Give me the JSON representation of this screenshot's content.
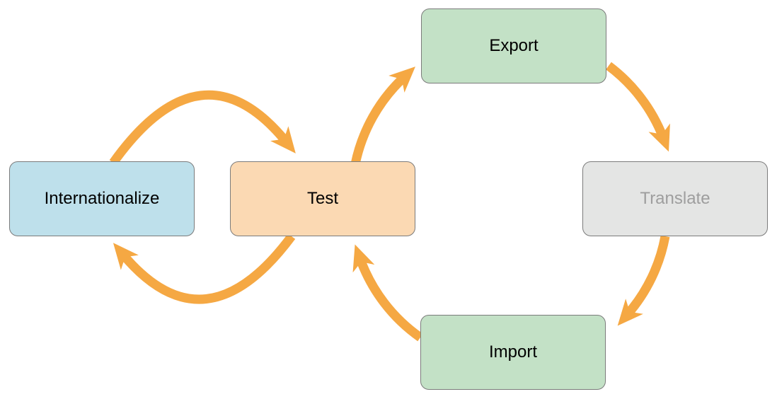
{
  "diagram": {
    "type": "workflow-cycle",
    "arrow_color": "#F5A843",
    "node_border_color": "#7b7b7b",
    "background_color": "#ffffff",
    "nodes": [
      {
        "id": "internationalize",
        "label": "Internationalize",
        "fill": "#BEE0EB",
        "text_color": "#000000"
      },
      {
        "id": "test",
        "label": "Test",
        "fill": "#FBD9B3",
        "text_color": "#000000"
      },
      {
        "id": "export",
        "label": "Export",
        "fill": "#C3E1C6",
        "text_color": "#000000"
      },
      {
        "id": "translate",
        "label": "Translate",
        "fill": "#E4E5E4",
        "text_color": "#9E9E9E"
      },
      {
        "id": "import",
        "label": "Import",
        "fill": "#C3E1C6",
        "text_color": "#000000"
      }
    ],
    "edges": [
      {
        "from": "internationalize",
        "to": "test"
      },
      {
        "from": "test",
        "to": "internationalize"
      },
      {
        "from": "test",
        "to": "export"
      },
      {
        "from": "export",
        "to": "translate"
      },
      {
        "from": "translate",
        "to": "import"
      },
      {
        "from": "import",
        "to": "test"
      }
    ]
  }
}
